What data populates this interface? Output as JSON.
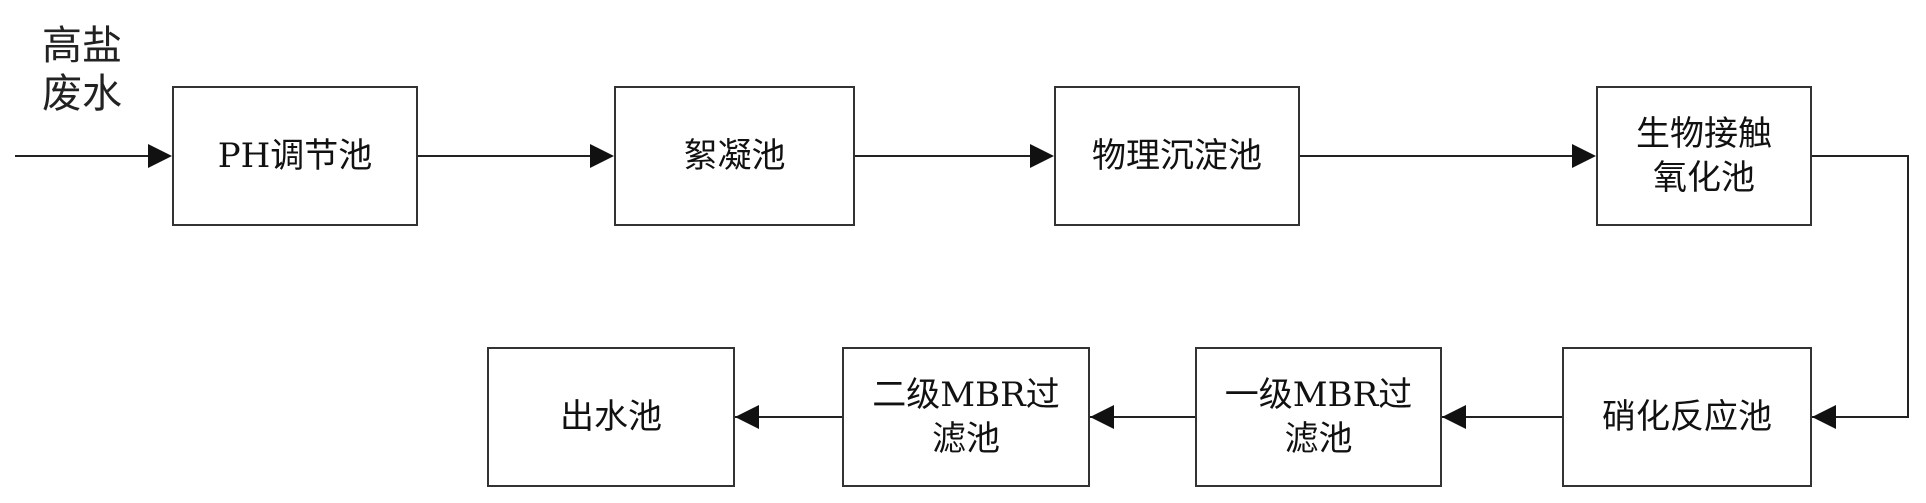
{
  "input_label": "高盐\n废水",
  "top_row": [
    {
      "label": "PH调节池"
    },
    {
      "label": "絮凝池"
    },
    {
      "label": "物理沉淀池"
    },
    {
      "label": "生物接触\n氧化池"
    }
  ],
  "bottom_row": [
    {
      "label": "硝化反应池"
    },
    {
      "label": "一级MBR过\n滤池"
    },
    {
      "label": "二级MBR过\n滤池"
    },
    {
      "label": "出水池"
    }
  ],
  "colors": {
    "line": "#222222",
    "box_border": "#333333",
    "background": "#ffffff"
  }
}
